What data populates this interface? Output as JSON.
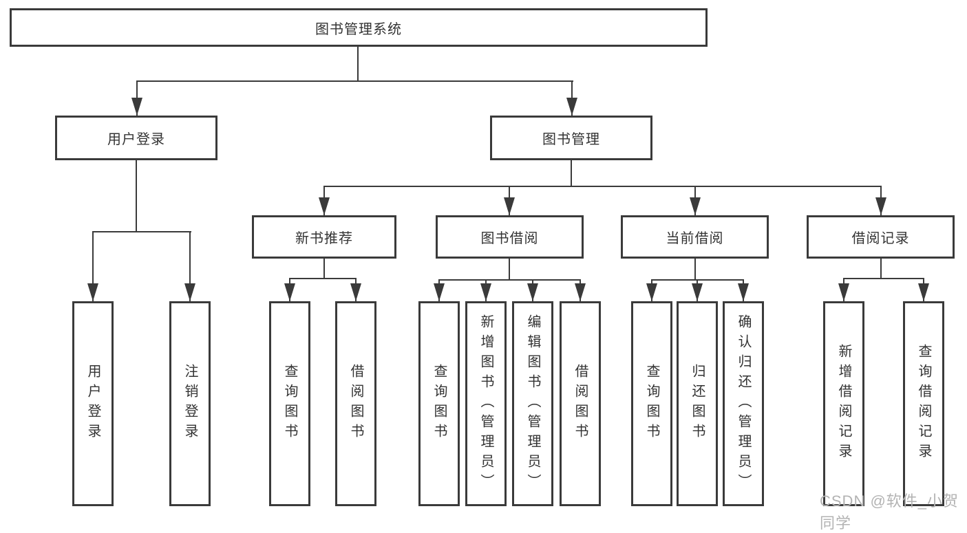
{
  "diagram": {
    "root": {
      "label": "图书管理系统"
    },
    "level2": [
      {
        "label": "用户登录"
      },
      {
        "label": "图书管理"
      }
    ],
    "user_login": {
      "children": [
        {
          "label": "用户登录"
        },
        {
          "label": "注销登录"
        }
      ]
    },
    "book_mgmt": {
      "children": [
        {
          "label": "新书推荐"
        },
        {
          "label": "图书借阅"
        },
        {
          "label": "当前借阅"
        },
        {
          "label": "借阅记录"
        }
      ]
    },
    "new_book_rec": {
      "children": [
        {
          "label": "查询图书"
        },
        {
          "label": "借阅图书"
        }
      ]
    },
    "book_borrow": {
      "children": [
        {
          "label": "查询图书"
        },
        {
          "label": "新增图书（管理员）"
        },
        {
          "label": "编辑图书（管理员）"
        },
        {
          "label": "借阅图书"
        }
      ]
    },
    "current_borrow": {
      "children": [
        {
          "label": "查询图书"
        },
        {
          "label": "归还图书"
        },
        {
          "label": "确认归还（管理员）"
        }
      ]
    },
    "borrow_record": {
      "children": [
        {
          "label": "新增借阅记录"
        },
        {
          "label": "查询借阅记录"
        }
      ]
    }
  },
  "watermark": {
    "text": "CSDN @软件_小贺同学"
  },
  "colors": {
    "line": "#3a3a3a",
    "text": "#333333",
    "watermark": "#b3b3b3",
    "background": "#ffffff"
  }
}
